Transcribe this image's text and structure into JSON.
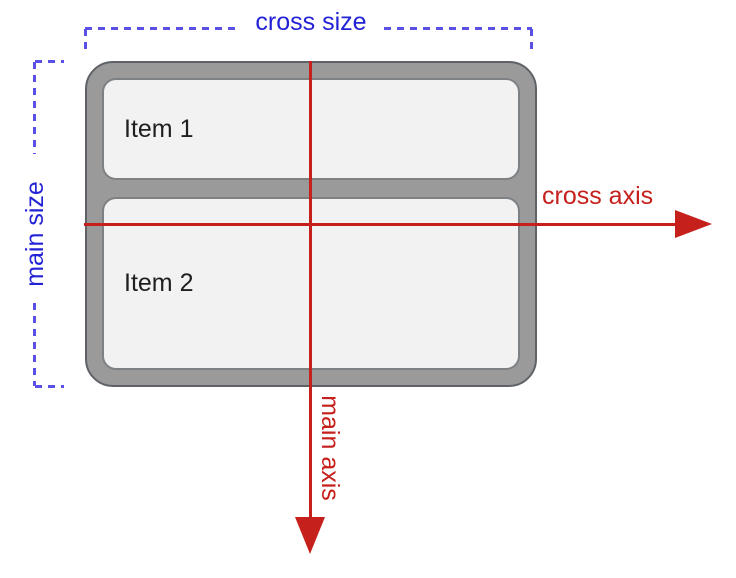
{
  "diagram": {
    "annotations": {
      "cross_size": "cross size",
      "main_size": "main size",
      "cross_axis": "cross axis",
      "main_axis": "main axis"
    },
    "flex_container": {
      "items": [
        {
          "label": "Item 1"
        },
        {
          "label": "Item 2"
        }
      ]
    },
    "colors": {
      "annotation_blue": "#2323d6",
      "dash_blue": "#5a50e6",
      "annotation_red": "#c5201c",
      "container_fill": "#9a9a9a",
      "container_stroke": "#5f6368",
      "item_fill": "#f2f2f3",
      "item_stroke": "#7e8184",
      "item_text": "#1f1f1f",
      "page_bg": "#ffffff"
    }
  }
}
